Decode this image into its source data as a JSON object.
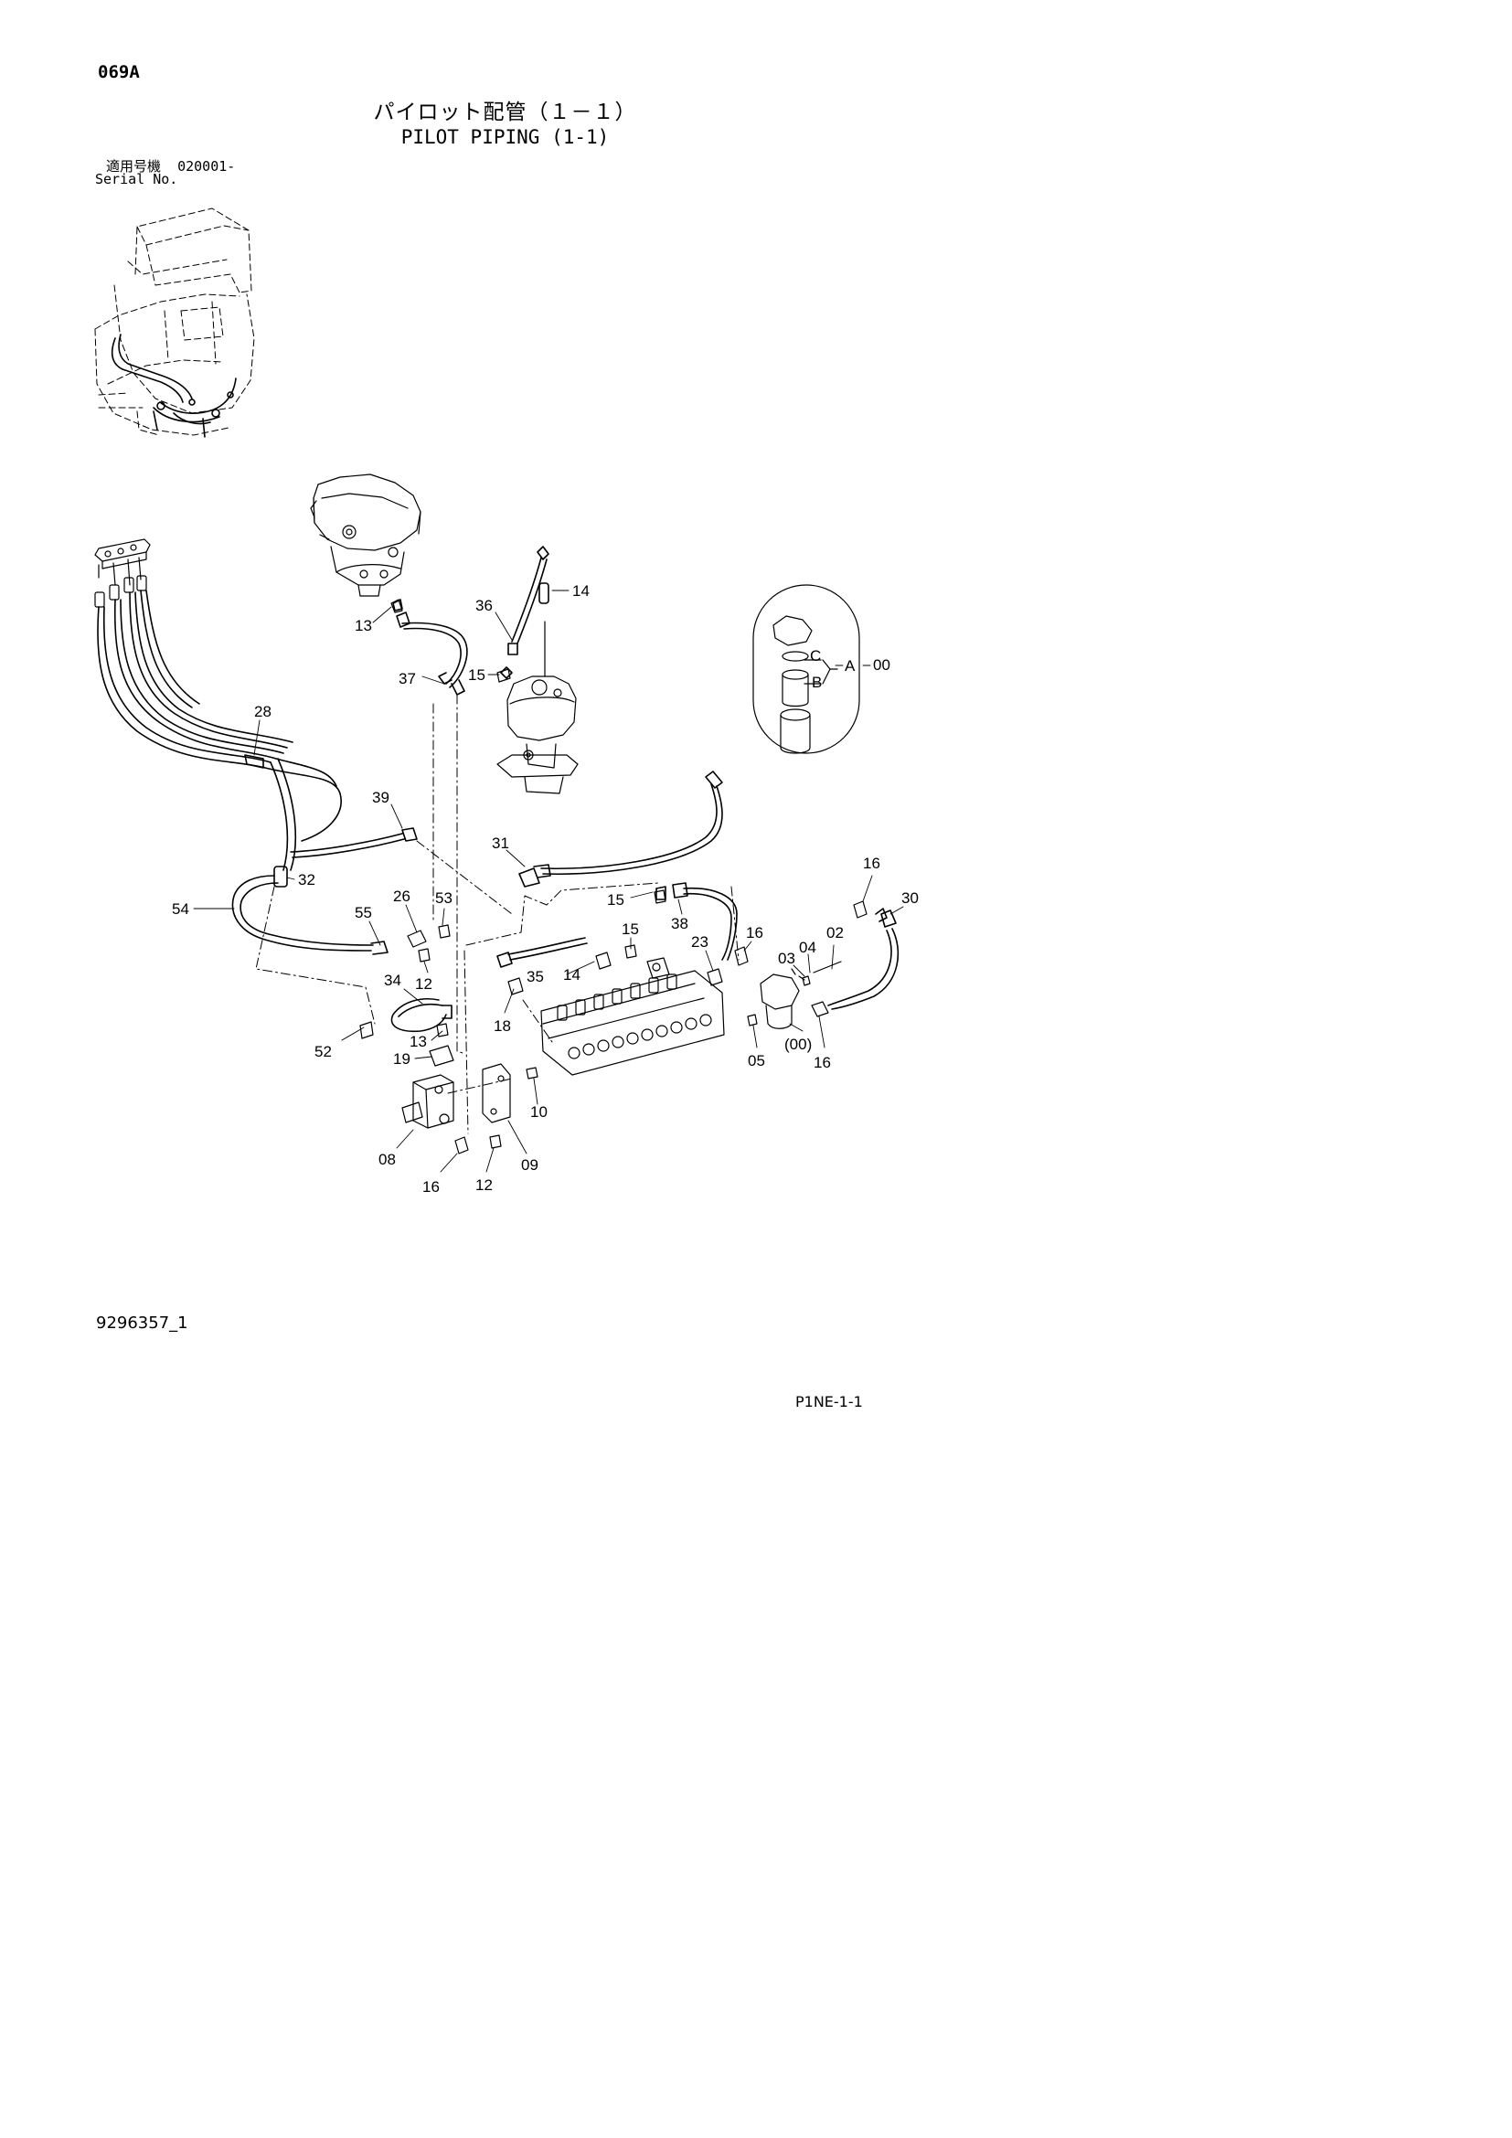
{
  "page_code": "069A",
  "title_jp": "パイロット配管（１－１）",
  "title_en": "PILOT PIPING (1-1)",
  "serial_label_jp": "適用号機",
  "serial_range": "020001-",
  "serial_label_en": "Serial No.",
  "drawing_number": "9296357_1",
  "page_reference": "P1NE-1-1",
  "callouts": {
    "c00": "00",
    "c00p": "(00)",
    "cA": "A",
    "cB": "B",
    "cC": "C",
    "c02": "02",
    "c03": "03",
    "c04": "04",
    "c05": "05",
    "c08": "08",
    "c09": "09",
    "c10": "10",
    "c12a": "12",
    "c12b": "12",
    "c13a": "13",
    "c13b": "13",
    "c14a": "14",
    "c14b": "14",
    "c15a": "15",
    "c15b": "15",
    "c15c": "15",
    "c16a": "16",
    "c16b": "16",
    "c16c": "16",
    "c16d": "16",
    "c18": "18",
    "c19": "19",
    "c23": "23",
    "c26": "26",
    "c28": "28",
    "c30": "30",
    "c31": "31",
    "c32": "32",
    "c34": "34",
    "c35": "35",
    "c36": "36",
    "c37": "37",
    "c38": "38",
    "c39": "39",
    "c52": "52",
    "c53": "53",
    "c54": "54",
    "c55": "55"
  }
}
